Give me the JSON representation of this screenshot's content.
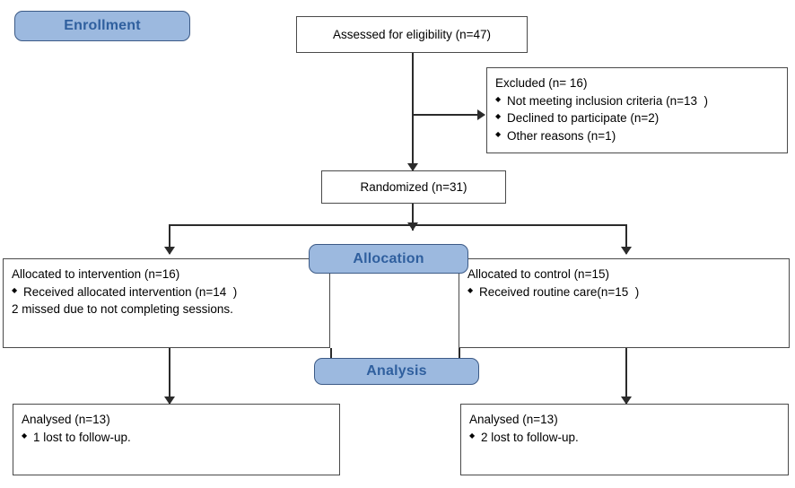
{
  "diagram": {
    "title": "CONSORT Participant Flow Diagram",
    "type": "flowchart",
    "accent_color": "#9CB9DF",
    "accent_border_color": "#3C5A86",
    "accent_text_color": "#2F5F9E",
    "box_border_color": "#4A4A4A",
    "connector_color": "#2B2B2B"
  },
  "stages": {
    "enrollment": "Enrollment",
    "allocation": "Allocation",
    "analysis": "Analysis"
  },
  "nodes": {
    "assessed": {
      "lines": [
        "Assessed for eligibility (n=47)"
      ]
    },
    "excluded": {
      "heading": "Excluded (n= 16)",
      "bullets": [
        "Not meeting inclusion criteria (n=13  )",
        "Declined to participate (n=2)",
        "Other reasons (n=1)"
      ]
    },
    "randomized": {
      "lines": [
        "Randomized (n=31)"
      ]
    },
    "allocated_intervention": {
      "heading": "Allocated to intervention (n=16)",
      "bullets": [
        "Received allocated intervention (n=14  )"
      ],
      "notes": [
        "2 missed due to not completing sessions."
      ]
    },
    "allocated_control": {
      "heading": "Allocated to control (n=15)",
      "bullets": [
        "Received routine care(n=15  )"
      ],
      "notes": []
    },
    "analysed_intervention": {
      "heading": "Analysed (n=13)",
      "bullets": [
        "1 lost to follow-up."
      ]
    },
    "analysed_control": {
      "heading": "Analysed (n=13)",
      "bullets": [
        "2 lost to follow-up."
      ]
    }
  }
}
